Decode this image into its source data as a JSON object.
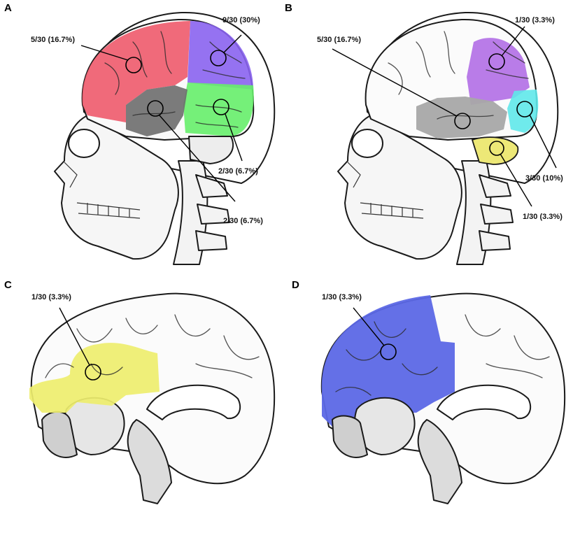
{
  "colors": {
    "frontal_red": "#ee5a6b",
    "parietal_purple": "#8a63f0",
    "temporal_gray": "#6d6d6d",
    "occipital_green": "#66ee6a",
    "b_purple": "#b16ee6",
    "b_gray": "#a8a8a8",
    "b_cyan": "#5fe8ea",
    "b_yellow": "#ede877",
    "c_yellow": "#eeee6e",
    "d_blue": "#5c68e6",
    "line": "#1a1a1a",
    "skull": "#f4f4f4"
  },
  "panels": {
    "a": {
      "letter": "A",
      "labels": {
        "frontal": "5/30 (16.7%)",
        "parietal": "9/30 (30%)",
        "occipital": "2/30 (6.7%)",
        "temporal": "2/30 (6.7%)"
      }
    },
    "b": {
      "letter": "B",
      "labels": {
        "parietal": "1/30 (3.3%)",
        "temporal": "5/30 (16.7%)",
        "occipital": "3/30 (10%)",
        "cerebellum": "1/30 (3.3%)"
      }
    },
    "c": {
      "letter": "C",
      "labels": {
        "cingulate": "1/30 (3.3%)"
      }
    },
    "d": {
      "letter": "D",
      "labels": {
        "medial_frontal": "1/30 (3.3%)"
      }
    }
  }
}
